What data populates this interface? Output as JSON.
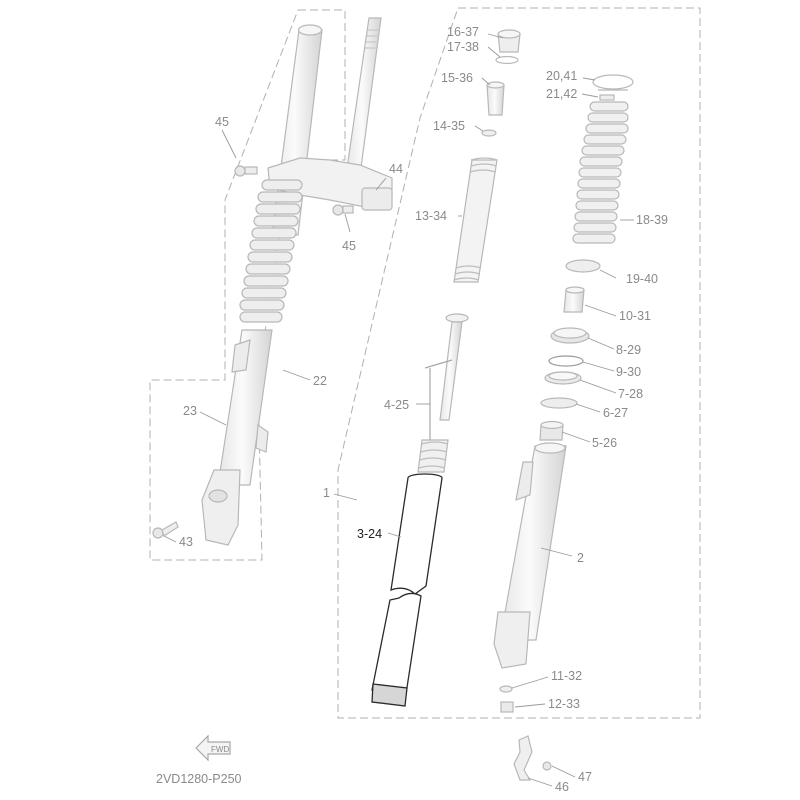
{
  "diagram_ref": "2VD1280-P250",
  "fwd_label": "FWD",
  "colors": {
    "label": "#8a8a8a",
    "label_active": "#222222",
    "part_stroke": "#b8b8b8",
    "part_fill": "#f4f4f4",
    "part_shade": "#dcdcdc",
    "highlight_stroke": "#2b2b2b",
    "frame": "#b0b0b0"
  },
  "callouts": {
    "c1": "16-37",
    "c2": "17-38",
    "c3": "15-36",
    "c4": "14-35",
    "c5": "13-34",
    "c6": "4-25",
    "c7": "1",
    "c8": "3-24",
    "c9": "20,41",
    "c10": "21,42",
    "c11": "18-39",
    "c12": "19-40",
    "c13": "10-31",
    "c14": "8-29",
    "c15": "9-30",
    "c16": "7-28",
    "c17": "6-27",
    "c18": "5-26",
    "c19": "2",
    "c20": "11-32",
    "c21": "12-33",
    "c22": "47",
    "c23": "46",
    "c24": "45",
    "c25": "44",
    "c26": "45",
    "c27": "22",
    "c28": "23",
    "c29": "43"
  },
  "highlighted_part": "3-24"
}
